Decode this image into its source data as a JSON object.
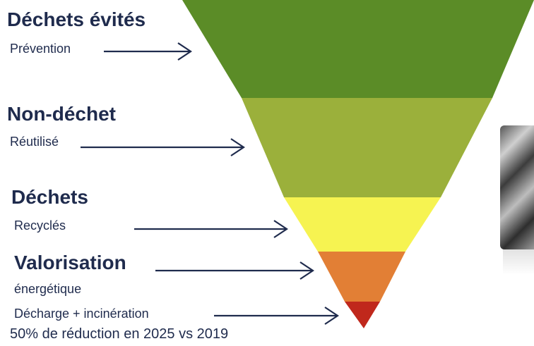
{
  "levels": [
    {
      "title": "Déchets évités",
      "subtitle": "Prévention",
      "color": "#5b8c27"
    },
    {
      "title": "Non-déchet",
      "subtitle": "Réutilisé",
      "color": "#9bb03b"
    },
    {
      "title": "Déchets",
      "subtitle": "Recyclés",
      "color": "#f6f351"
    },
    {
      "title": "Valorisation",
      "subtitle": "énergétique",
      "color": "#e27f35"
    },
    {
      "title": "",
      "subtitle": "Décharge + incinération",
      "color": "#c0281c"
    }
  ],
  "footer": "50% de réduction en 2025 vs 2019",
  "arrow_color": "#1f2b4d"
}
